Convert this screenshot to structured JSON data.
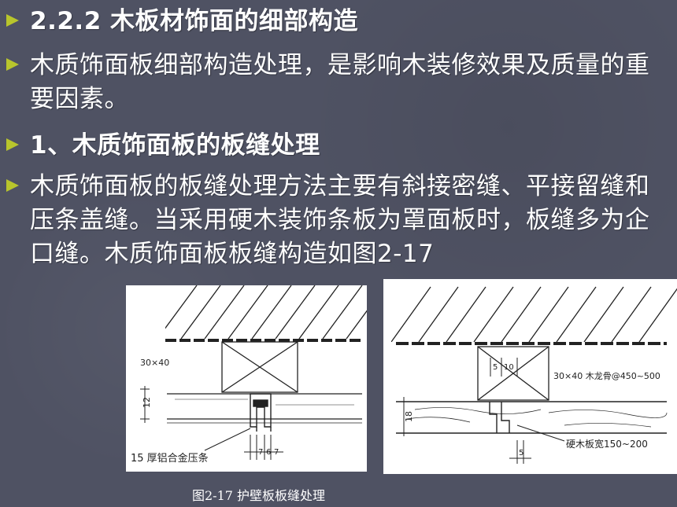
{
  "slide": {
    "bullets": [
      {
        "text": "2.2.2  木板材饰面的细部构造",
        "bold": true
      },
      {
        "text": "木质饰面板细部构造处理，是影响木装修效果及质量的重要因素。",
        "bold": false
      },
      {
        "text": "1、木质饰面板的板缝处理",
        "bold": true
      },
      {
        "text": "木质饰面板的板缝处理方法主要有斜接密缝、平接留缝和压条盖缝。当采用硬木装饰条板为罩面板时，板缝多为企口缝。木质饰面板板缝构造如图2-17",
        "bold": false
      }
    ],
    "caption": "图2-17  护壁板板缝处理"
  },
  "figure_left": {
    "dim_batten": "30×40",
    "dim_gap": "12",
    "dim_strip": "7",
    "dim_strip_mid": "6",
    "dim_strip_right": "7",
    "label_strip": "15 厚铝合金压条"
  },
  "figure_right": {
    "dim_five": "5",
    "dim_ten": "10",
    "label_keel": "30×40 木龙骨@450~500",
    "dim_thick": "18",
    "label_board": "硬木板宽150~200",
    "dim_gap": "5"
  },
  "colors": {
    "background": "#4f5263",
    "bullet": "#b8c52c",
    "text": "#ffffff"
  }
}
